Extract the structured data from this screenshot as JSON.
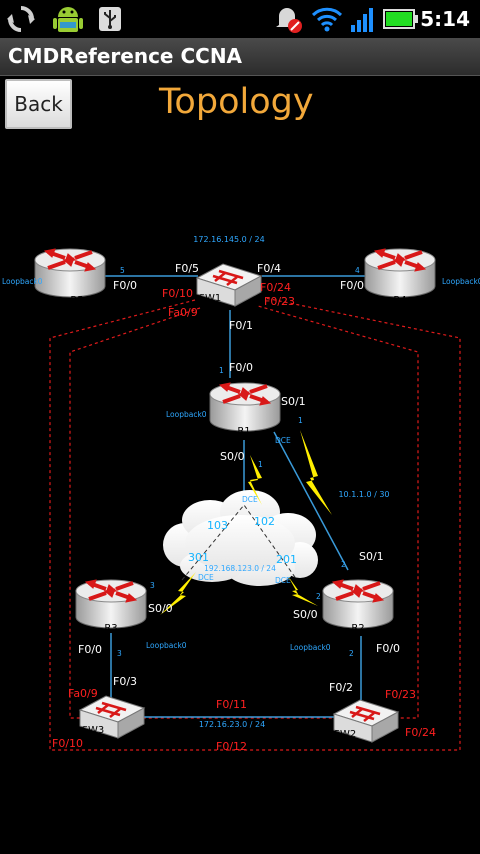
{
  "status_bar": {
    "icons": [
      "sync-icon",
      "android-debug-icon",
      "usb-icon",
      "alarm-muted-icon",
      "wifi-icon",
      "signal-icon",
      "battery-icon"
    ],
    "time": "5:14"
  },
  "app": {
    "title": "CMDReference CCNA"
  },
  "header": {
    "back_label": "Back",
    "page_title": "Topology",
    "title_color": "#f2a83a"
  },
  "topology": {
    "colors": {
      "label_blue": "#2fa8ff",
      "label_red": "#ff2020",
      "link_blue": "#3a9ad9",
      "serial_yellow": "#ffee00"
    },
    "devices": {
      "r5": "R5",
      "r4": "R4",
      "sw1": "SW1",
      "r1": "R1",
      "r3": "R3",
      "r2": "R2",
      "sw3": "SW3",
      "sw2": "SW2"
    },
    "loopback": "Loopback0",
    "dce": "DCE",
    "networks": {
      "top": "172.16.145.0 / 24",
      "r1_r2": "10.1.1.0 / 30",
      "frame": "192.168.123.0 / 24",
      "bottom": "172.16.23.0 / 24"
    },
    "dlci": {
      "d103": "103",
      "d102": "102",
      "d301": "301",
      "d201": "201"
    },
    "host_ids": {
      "r5": "5",
      "r4": "4",
      "r1_f00": "1",
      "r1_s01": "1",
      "r1_s00": "1",
      "r2_s01": "2",
      "r2_s00": "2",
      "r2_f00": "2",
      "r3_s00": "3",
      "r3_f00": "3"
    },
    "interfaces": {
      "sw1_f05": "F0/5",
      "r5_f00": "F0/0",
      "sw1_f04": "F0/4",
      "r4_f00": "F0/0",
      "sw1_f010": "F0/10",
      "sw1_f024": "F0/24",
      "sw1_fa09": "Fa0/9",
      "sw1_f023": "F0/23",
      "sw1_f01": "F0/1",
      "r1_f00": "F0/0",
      "r1_s01": "S0/1",
      "r1_s00": "S0/0",
      "r2_s01": "S0/1",
      "r3_s00": "S0/0",
      "r2_s00": "S0/0",
      "r3_f00": "F0/0",
      "r2_f00": "F0/0",
      "sw3_f03": "F0/3",
      "sw2_f02": "F0/2",
      "sw3_fa09": "Fa0/9",
      "sw2_f023": "F0/23",
      "sw3_f010": "F0/10",
      "sw2_f024": "F0/24",
      "f011": "F0/11",
      "f012": "F0/12"
    }
  }
}
